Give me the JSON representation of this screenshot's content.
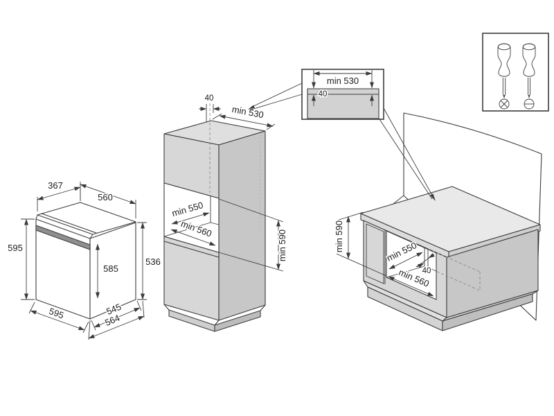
{
  "document": {
    "type": "appliance-installation-diagram",
    "background": "#ffffff",
    "line_color": "#3b3b3b",
    "fill_colors": {
      "top_face": "#e9e9e9",
      "front_face": "#d7d7d7",
      "side_face": "#c7c7c7",
      "plinth": "#bfbfbf",
      "cutout_inset": "#d2d2d2",
      "oven_handle_strip": "#8f8f8f"
    }
  },
  "labels": {
    "oven": {
      "top_depth": "367",
      "top_width": "560",
      "height": "595",
      "inner_height": "585",
      "side_height": "536",
      "width": "595",
      "body_depth": "545",
      "total_depth": "564"
    },
    "tall_cabinet": {
      "vent_gap": "40",
      "top_clearance": "min 530",
      "niche_depth": "min 550",
      "niche_width": "min 560",
      "niche_height": "min 590"
    },
    "cutout_detail": {
      "width": "min 530",
      "vent_gap": "40"
    },
    "base_cabinet": {
      "niche_height": "min 590",
      "niche_depth": "min 550",
      "vent_gap": "40",
      "niche_width": "min 560"
    }
  },
  "icons": {
    "tools": [
      "phillips-screwdriver-icon",
      "flathead-screwdriver-icon"
    ]
  }
}
